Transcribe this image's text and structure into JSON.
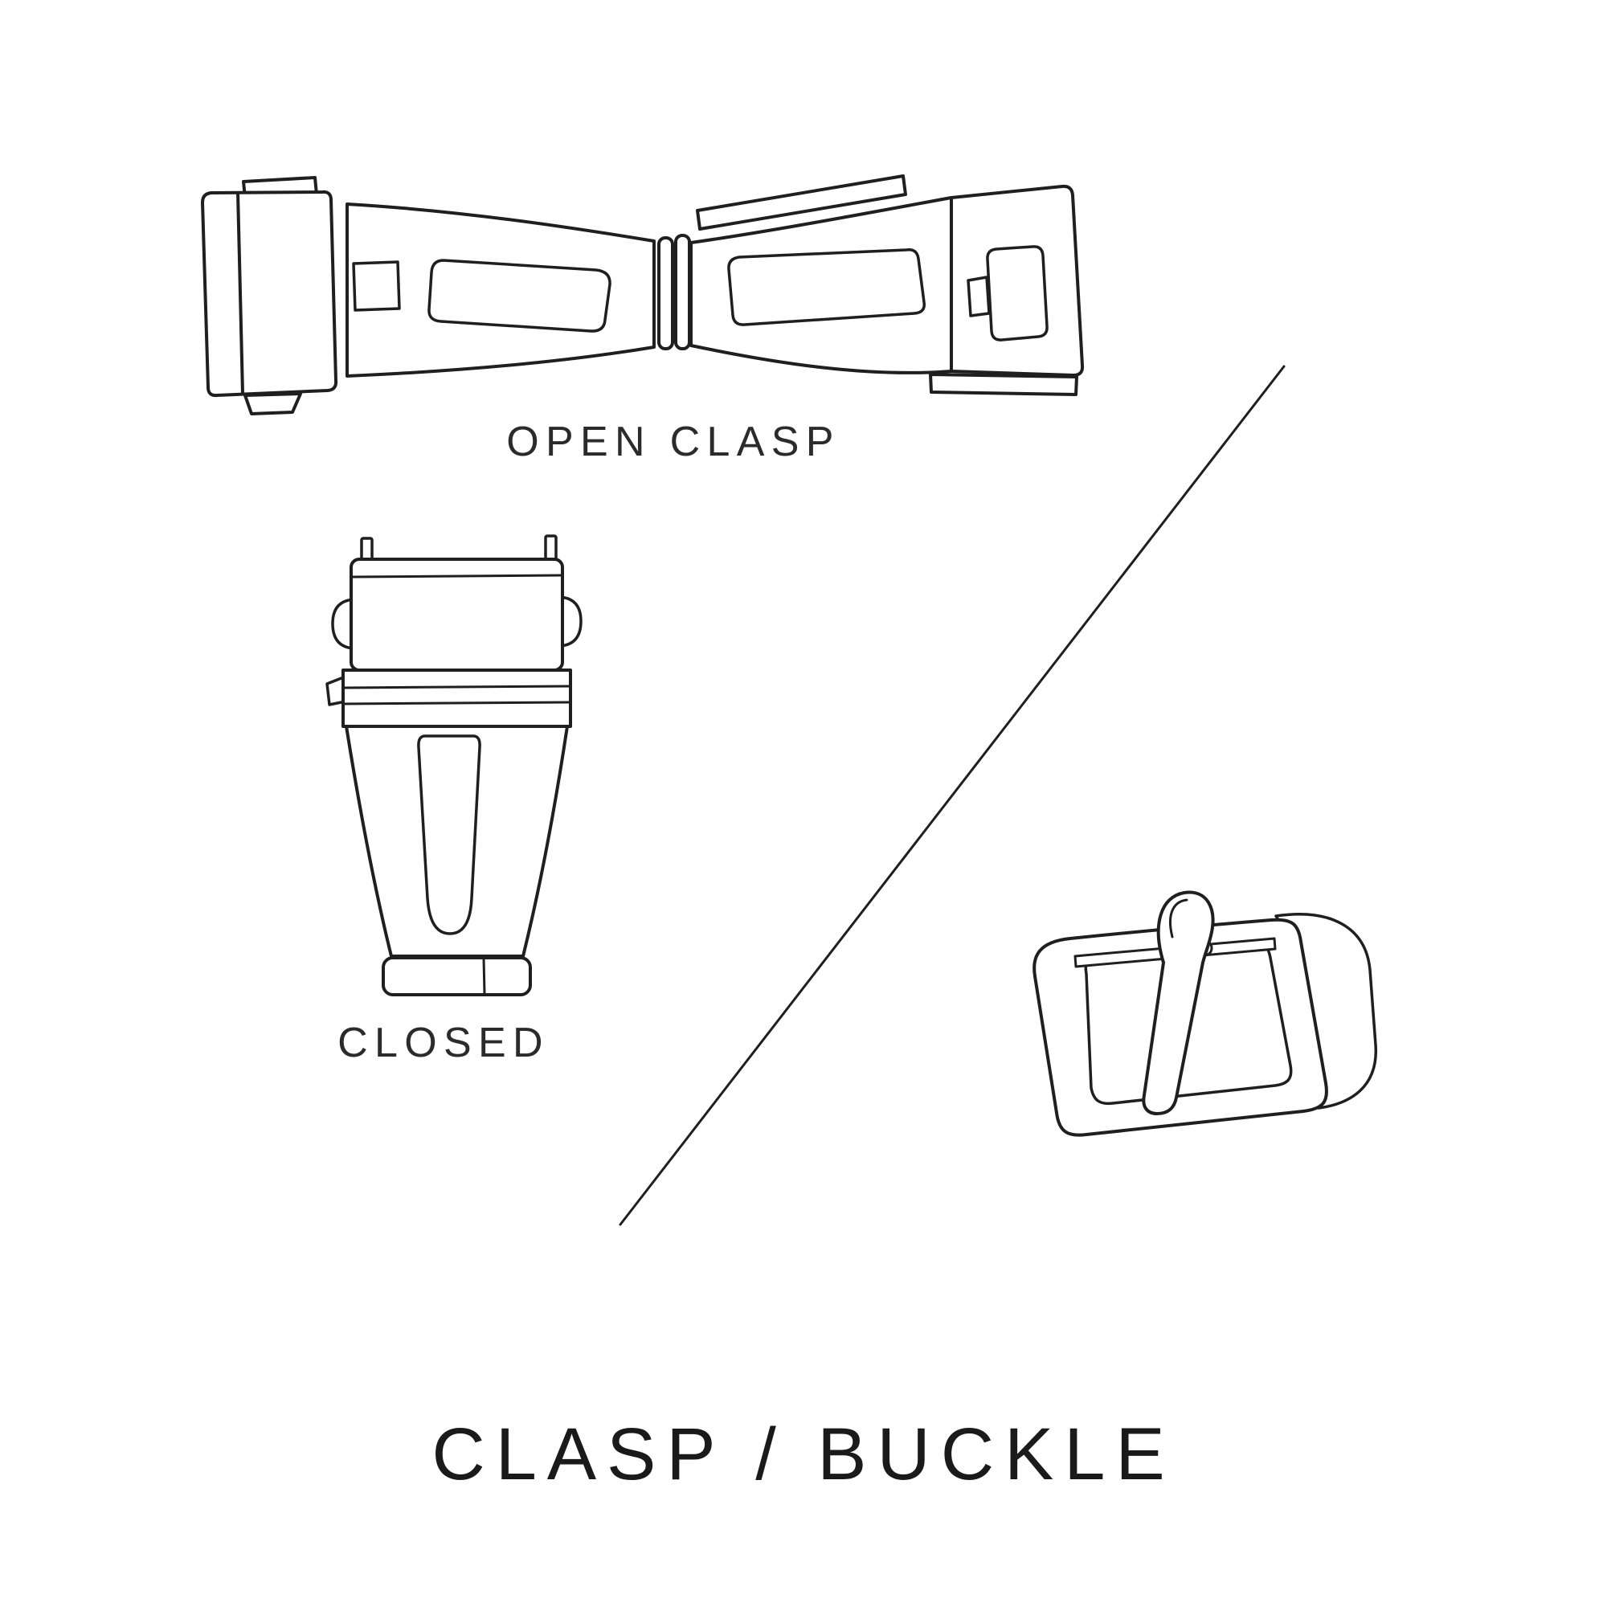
{
  "page": {
    "background_color": "#ffffff",
    "line_color": "#1f1f1f",
    "text_color": "#2b2b2b"
  },
  "labels": {
    "open_clasp": "OPEN CLASP",
    "closed": "CLOSED"
  },
  "title": {
    "text": "CLASP / BUCKLE"
  }
}
